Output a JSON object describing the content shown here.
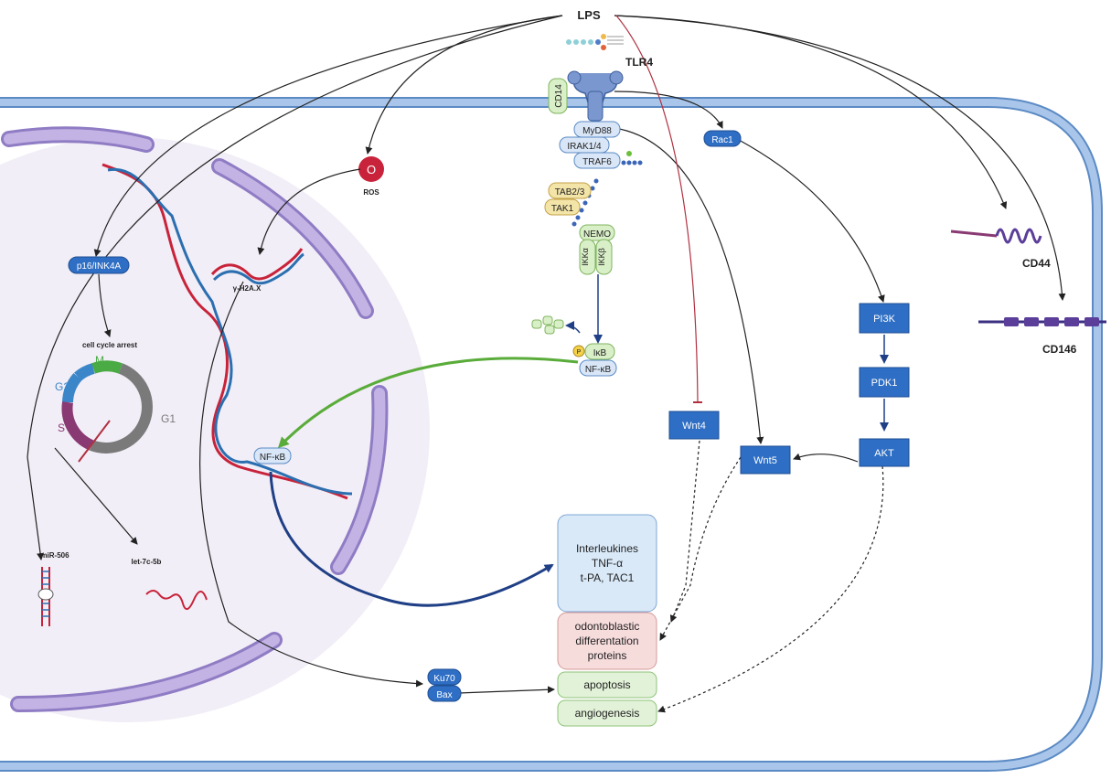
{
  "labels": {
    "lps": "LPS",
    "tlr4": "TLR4",
    "cd14": "CD14",
    "myd88": "MyD88",
    "irak": "IRAK1/4",
    "traf6": "TRAF6",
    "tab23": "TAB2/3",
    "tak1": "TAK1",
    "nemo": "NEMO",
    "ikka": "IKKα",
    "ikkb": "IKKβ",
    "p": "P",
    "ikb": "IκB",
    "nfkb_cyto": "NF-κB",
    "nfkb_nuc": "NF-κB",
    "rac1": "Rac1",
    "pi3k": "PI3K",
    "pdk1": "PDK1",
    "akt": "AKT",
    "wnt4": "Wnt4",
    "wnt5": "Wnt5",
    "cd44": "CD44",
    "cd146": "CD146",
    "ros_symbol": "O",
    "ros": "ROS",
    "gh2ax": "γ-H2A.X",
    "p16": "p16/INK4A",
    "cell_cycle_arrest": "cell cycle arrest",
    "m": "M",
    "g2": "G2",
    "s": "S",
    "g1": "G1",
    "mir506": "miR-506",
    "let7": "let-7c-5b",
    "ku70": "Ku70",
    "bax": "Bax",
    "cytokines_1": "Interleukines",
    "cytokines_2": "TNF-α",
    "cytokines_3": "t-PA, TAC1",
    "odonto_1": "odontoblastic",
    "odonto_2": "differentation",
    "odonto_3": "proteins",
    "apoptosis": "apoptosis",
    "angiogenesis": "angiogenesis"
  },
  "colors": {
    "membrane": "#a9c6ea",
    "membrane_edge": "#5b8ac4",
    "nucleus_fill": "#f2eef7",
    "nuclear_envelope": "#b7a6dc",
    "pathway_box": "#2e6ec4",
    "pathway_box_edge": "#1f4f93",
    "light_blue_pill": "#d9e6f7",
    "green_pill": "#d9efc7",
    "yellow_pill": "#f3e4a8",
    "cytokine_box": "#d9e9f8",
    "odonto_box": "#f7dcdc",
    "outcome_box": "#e2f2d8",
    "dna_red": "#c8233a",
    "dna_blue": "#2b6fb0",
    "nfkb_arrow": "#5aac3a",
    "inhibit": "#b03040",
    "cycle_m": "#4aaa44",
    "cycle_g2": "#3b86c8",
    "cycle_s": "#8a3a73",
    "cycle_g1": "#7a7a7a"
  }
}
